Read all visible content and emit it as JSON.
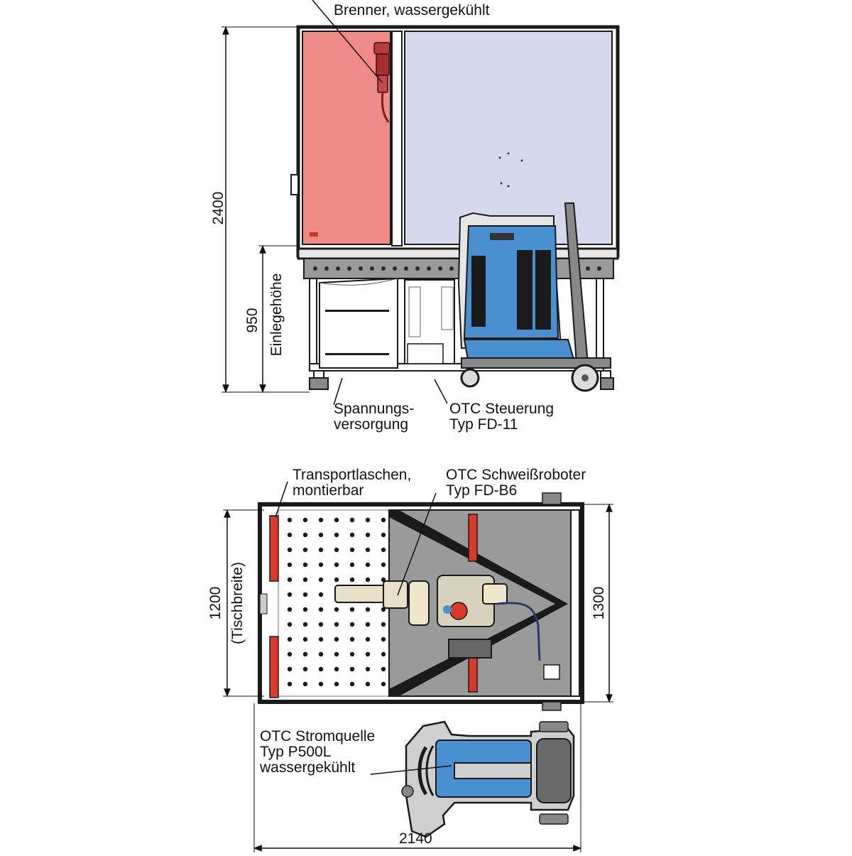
{
  "side_view": {
    "labels": {
      "torch": "Brenner, wassergekühlt",
      "power_supply_line1": "Spannungs-",
      "power_supply_line2": "versorgung",
      "controller_line1": "OTC Steuerung",
      "controller_line2": "Typ FD-11"
    },
    "dimensions": {
      "height": "2400",
      "loading_height_value": "950",
      "loading_height_label": "Einlegehöhe"
    }
  },
  "top_view": {
    "labels": {
      "transport_line1": "Transportlaschen,",
      "transport_line2": "montierbar",
      "robot_line1": "OTC Schweißroboter",
      "robot_line2": "Typ FD-B6",
      "source_line1": "OTC Stromquelle",
      "source_line2": "Typ P500L",
      "source_line3": "wassergekühlt"
    },
    "dimensions": {
      "width_value": "1200",
      "width_label": "(Tischbreite)",
      "depth": "1300",
      "length": "2140"
    }
  },
  "colors": {
    "cabin_red": "#f08a86",
    "cabin_lilac": "#d6d8ec",
    "machine_blue": "#4a8fd0",
    "table_gray": "#9a9a9a",
    "frame": "#1a1a1a",
    "accent_red": "#d93a2a"
  }
}
